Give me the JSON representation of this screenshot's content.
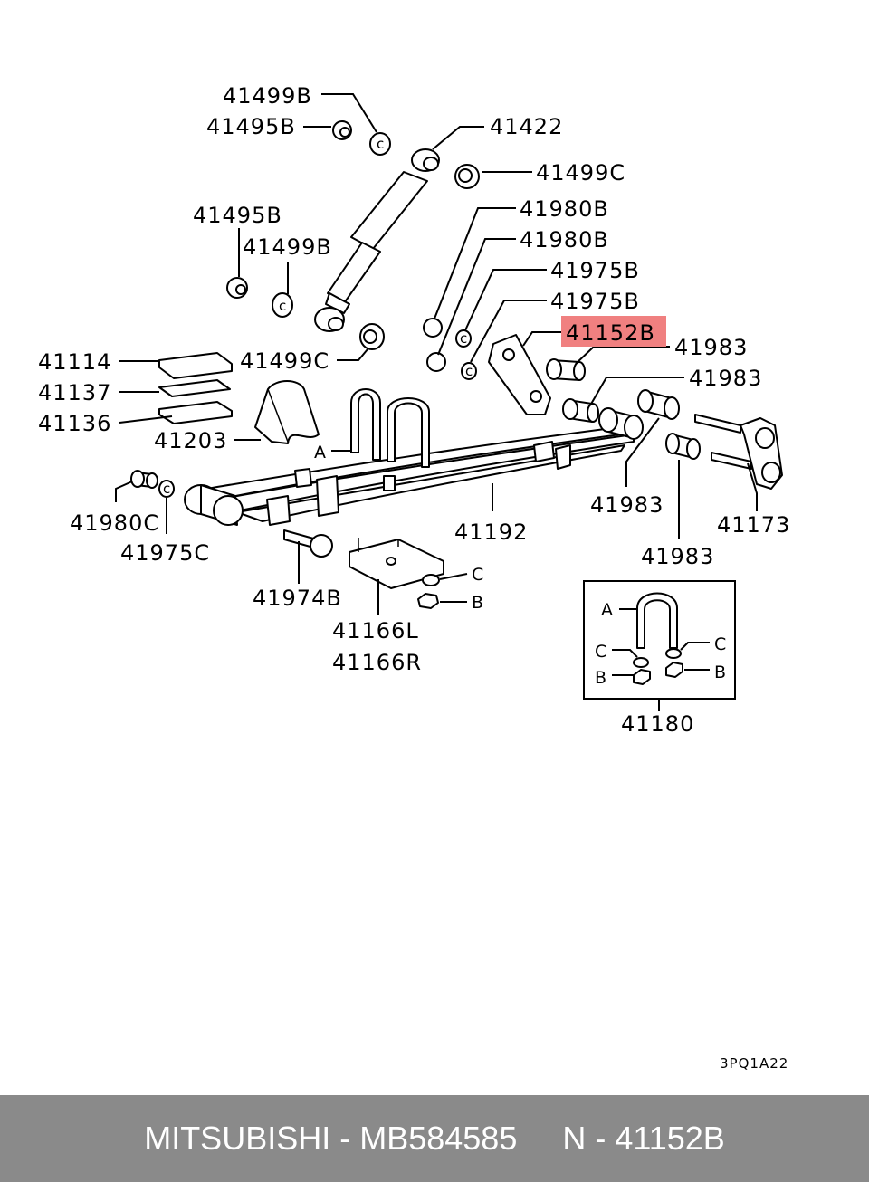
{
  "diagram": {
    "labels": {
      "l41499B_top": "41499B",
      "l41495B_top": "41495B",
      "l41422": "41422",
      "l41499C_top": "41499C",
      "l41980B_1": "41980B",
      "l41980B_2": "41980B",
      "l41975B_1": "41975B",
      "l41975B_2": "41975B",
      "l41495B_mid": "41495B",
      "l41499B_mid": "41499B",
      "l41152B": "41152B",
      "l41983_1": "41983",
      "l41983_2": "41983",
      "l41114": "41114",
      "l41137": "41137",
      "l41136": "41136",
      "l41499C_mid": "41499C",
      "l41203": "41203",
      "lA": "A",
      "l41983_3": "41983",
      "l41173": "41173",
      "l41983_4": "41983",
      "l41980C": "41980C",
      "l41975C": "41975C",
      "l41192": "41192",
      "l41974B": "41974B",
      "lC": "C",
      "lB": "B",
      "l41166L": "41166L",
      "l41166R": "41166R",
      "kit_A": "A",
      "kit_C_left": "C",
      "kit_C_right": "C",
      "kit_B_left": "B",
      "kit_B_right": "B",
      "l41180": "41180"
    },
    "diagram_code": "3PQ1A22",
    "highlight_color": "#f08080"
  },
  "footer": {
    "left": "MITSUBISHI - MB584585",
    "right": "N - 41152B"
  }
}
